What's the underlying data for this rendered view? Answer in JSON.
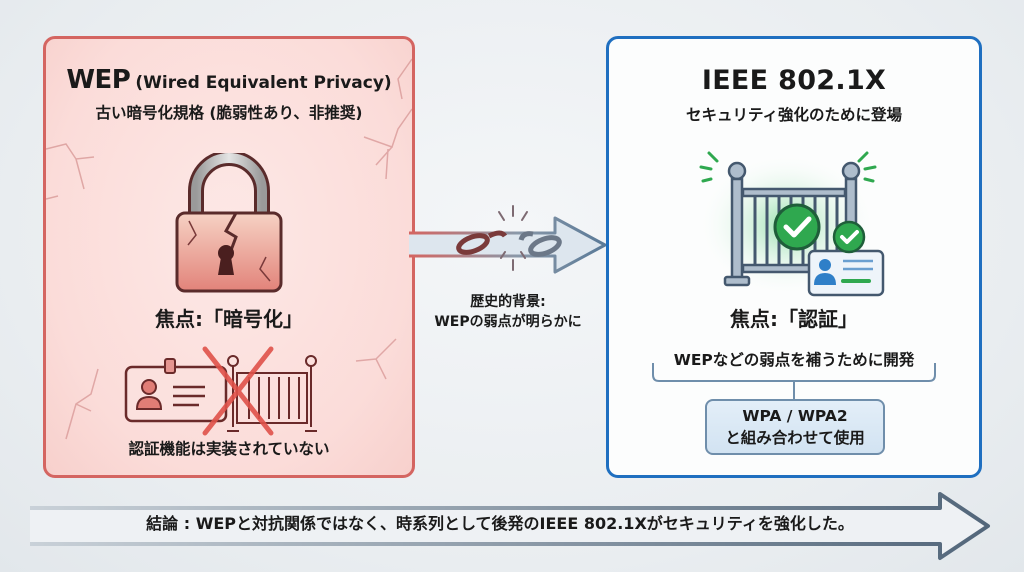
{
  "left_panel": {
    "title_acronym": "WEP",
    "title_full": "(Wired Equivalent Privacy)",
    "subtitle": "古い暗号化規格 (脆弱性あり、非推奨)",
    "focus": "焦点:「暗号化」",
    "note": "認証機能は実装されていない",
    "icons": [
      "broken-padlock-icon",
      "id-card-icon",
      "gate-icon",
      "cross-icon"
    ],
    "accent_color": "#d46561"
  },
  "middle": {
    "icons": [
      "broken-chain-icon",
      "arrow-right-icon"
    ],
    "history_line1": "歴史的背景:",
    "history_line2": "WEPの弱点が明らかに"
  },
  "right_panel": {
    "title": "IEEE 802.1X",
    "subtitle": "セキュリティ強化のために登場",
    "focus": "焦点:「認証」",
    "development": "WEPなどの弱点を補うために開発",
    "combo_line1": "WPA / WPA2",
    "combo_line2": "と組み合わせて使用",
    "icons": [
      "gate-icon",
      "check-icon",
      "id-card-icon"
    ],
    "accent_color": "#1f6fc0",
    "check_color": "#2fa84f"
  },
  "conclusion": {
    "text": "結論 : WEPと対抗関係ではなく、時系列として後発のIEEE 802.1Xがセキュリティを強化した。",
    "icon": "arrow-right-icon"
  }
}
